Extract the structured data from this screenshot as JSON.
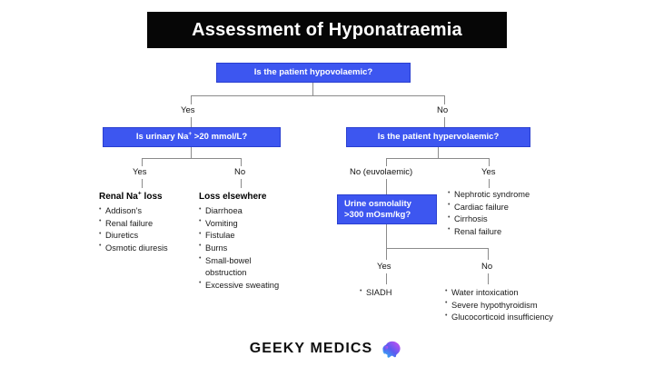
{
  "header": {
    "title": "Assessment of Hyponatraemia"
  },
  "colors": {
    "box_fill": "#3d56f0",
    "box_text": "#ffffff",
    "title_bg": "#060606",
    "title_text": "#ffffff",
    "line": "#8b8b8b",
    "body_text": "#1a1a1a",
    "brand_text": "#101010",
    "brain_gradient_start": "#25c3f5",
    "brain_gradient_mid": "#5b5bf0",
    "brain_gradient_end": "#d44ff0"
  },
  "flowchart": {
    "type": "decision-tree",
    "root": {
      "question": "Is the patient hypovolaemic?",
      "yes_label": "Yes",
      "no_label": "No"
    },
    "left_branch": {
      "question": "Is urinary Na⁺ >20 mmol/L?",
      "question_prefix": "Is urinary Na",
      "question_sup": "+",
      "question_suffix": " >20 mmol/L?",
      "yes_label": "Yes",
      "no_label": "No",
      "yes_outcome": {
        "heading_prefix": "Renal Na",
        "heading_sup": "+",
        "heading_suffix": " loss",
        "heading": "Renal Na⁺ loss",
        "items": [
          "Addison's",
          "Renal failure",
          "Diuretics",
          "Osmotic diuresis"
        ]
      },
      "no_outcome": {
        "heading": "Loss elsewhere",
        "items": [
          "Diarrhoea",
          "Vomiting",
          "Fistulae",
          "Burns",
          "Small-bowel obstruction",
          "Excessive sweating"
        ]
      }
    },
    "right_branch": {
      "question": "Is the patient hypervolaemic?",
      "no_label": "No (euvolaemic)",
      "yes_label": "Yes",
      "yes_outcome": {
        "items": [
          "Nephrotic syndrome",
          "Cardiac failure",
          "Cirrhosis",
          "Renal failure"
        ]
      },
      "no_outcome": {
        "question_line1": "Urine osmolality",
        "question_line2": ">300 mOsm/kg?",
        "question": "Urine osmolality >300 mOsm/kg?",
        "yes_label": "Yes",
        "no_label": "No",
        "yes_outcome": {
          "items": [
            "SIADH"
          ]
        },
        "no_outcome": {
          "items": [
            "Water intoxication",
            "Severe hypothyroidism",
            "Glucocorticoid insufficiency"
          ]
        }
      }
    }
  },
  "footer": {
    "brand": "GEEKY MEDICS",
    "logo_icon": "brain-icon"
  }
}
